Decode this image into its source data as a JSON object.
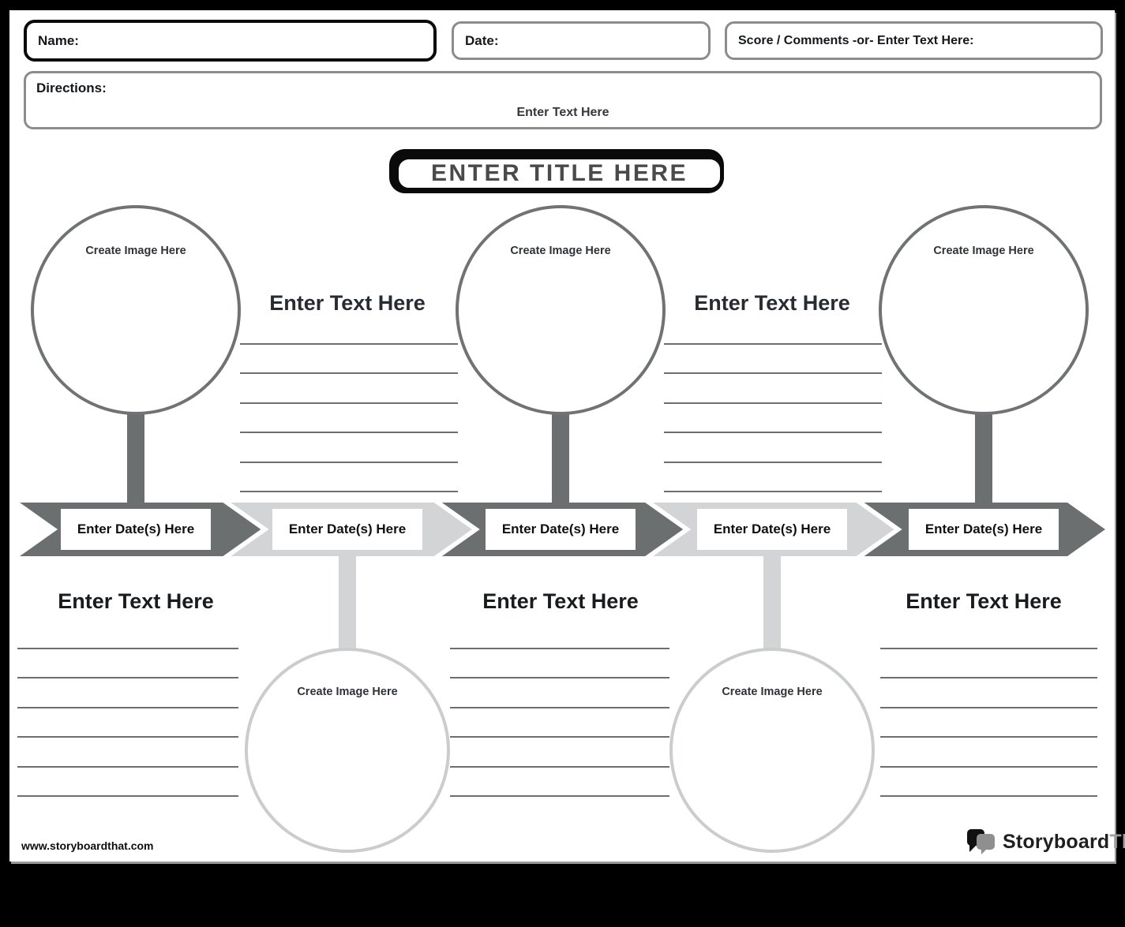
{
  "header": {
    "name_label": "Name:",
    "date_label": "Date:",
    "score_label": "Score / Comments -or- Enter Text Here:",
    "directions_label": "Directions:",
    "directions_text": "Enter Text Here"
  },
  "title": "ENTER TITLE HERE",
  "timeline": {
    "segments": [
      {
        "shade": "dark",
        "label": "Enter Date(s) Here"
      },
      {
        "shade": "light",
        "label": "Enter Date(s) Here"
      },
      {
        "shade": "dark",
        "label": "Enter Date(s) Here"
      },
      {
        "shade": "light",
        "label": "Enter Date(s) Here"
      },
      {
        "shade": "dark",
        "label": "Enter Date(s) Here"
      }
    ]
  },
  "circles": {
    "top": [
      {
        "label": "Create Image Here"
      },
      {
        "label": "Create Image Here"
      },
      {
        "label": "Create Image Here"
      }
    ],
    "bottom": [
      {
        "label": "Create Image Here"
      },
      {
        "label": "Create Image Here"
      }
    ]
  },
  "sections": {
    "top": [
      {
        "heading": "Enter Text Here"
      },
      {
        "heading": "Enter Text Here"
      }
    ],
    "bottom": [
      {
        "heading": "Enter Text Here"
      },
      {
        "heading": "Enter Text Here"
      },
      {
        "heading": "Enter Text Here"
      }
    ]
  },
  "footer": {
    "website": "www.storyboardthat.com",
    "logo_primary": "Storyboard",
    "logo_secondary": "That"
  },
  "colors": {
    "timeline_dark": "#6b6f70",
    "timeline_light": "#d3d4d5",
    "circle_border_dark": "#707274",
    "circle_border_light": "#cbcccc",
    "title_text": "#4a4a4a",
    "heading_text": "#272c33",
    "page_background": "#ffffff",
    "frame": "#000000"
  }
}
